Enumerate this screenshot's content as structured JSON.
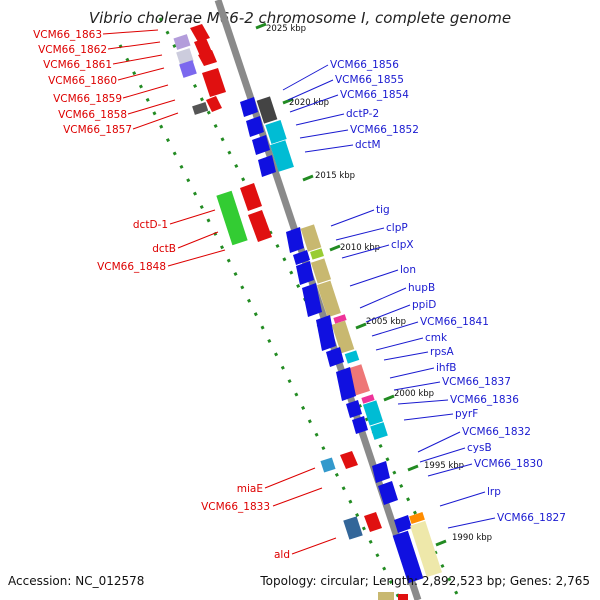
{
  "title": "Vibrio cholerae M66-2 chromosome I, complete genome",
  "footer": {
    "accession": "Accession: NC_012578",
    "stats": "Topology: circular; Length: 2,892,523 bp; Genes: 2,765"
  },
  "scale_labels": [
    "2025 kbp",
    "2020 kbp",
    "2015 kbp",
    "2010 kbp",
    "2005 kbp",
    "2000 kbp",
    "1995 kbp",
    "1990 kbp"
  ],
  "left_labels": [
    "VCM66_1863",
    "VCM66_1862",
    "VCM66_1861",
    "VCM66_1860",
    "VCM66_1859",
    "VCM66_1858",
    "VCM66_1857",
    "dctD-1",
    "dctB",
    "VCM66_1848",
    "miaE",
    "VCM66_1833",
    "ald"
  ],
  "right_labels": [
    "VCM66_1856",
    "VCM66_1855",
    "VCM66_1854",
    "dctP-2",
    "VCM66_1852",
    "dctM",
    "tig",
    "clpP",
    "clpX",
    "lon",
    "hupB",
    "ppiD",
    "VCM66_1841",
    "cmk",
    "rpsA",
    "ihfB",
    "VCM66_1837",
    "VCM66_1836",
    "pyrF",
    "VCM66_1832",
    "cysB",
    "VCM66_1830",
    "lrp",
    "VCM66_1827"
  ],
  "colors": {
    "forward_strand": "#e01010",
    "reverse_strand": "#1010e0",
    "backbone": "#8a8a8a",
    "dotted_ring": "#228b22"
  }
}
